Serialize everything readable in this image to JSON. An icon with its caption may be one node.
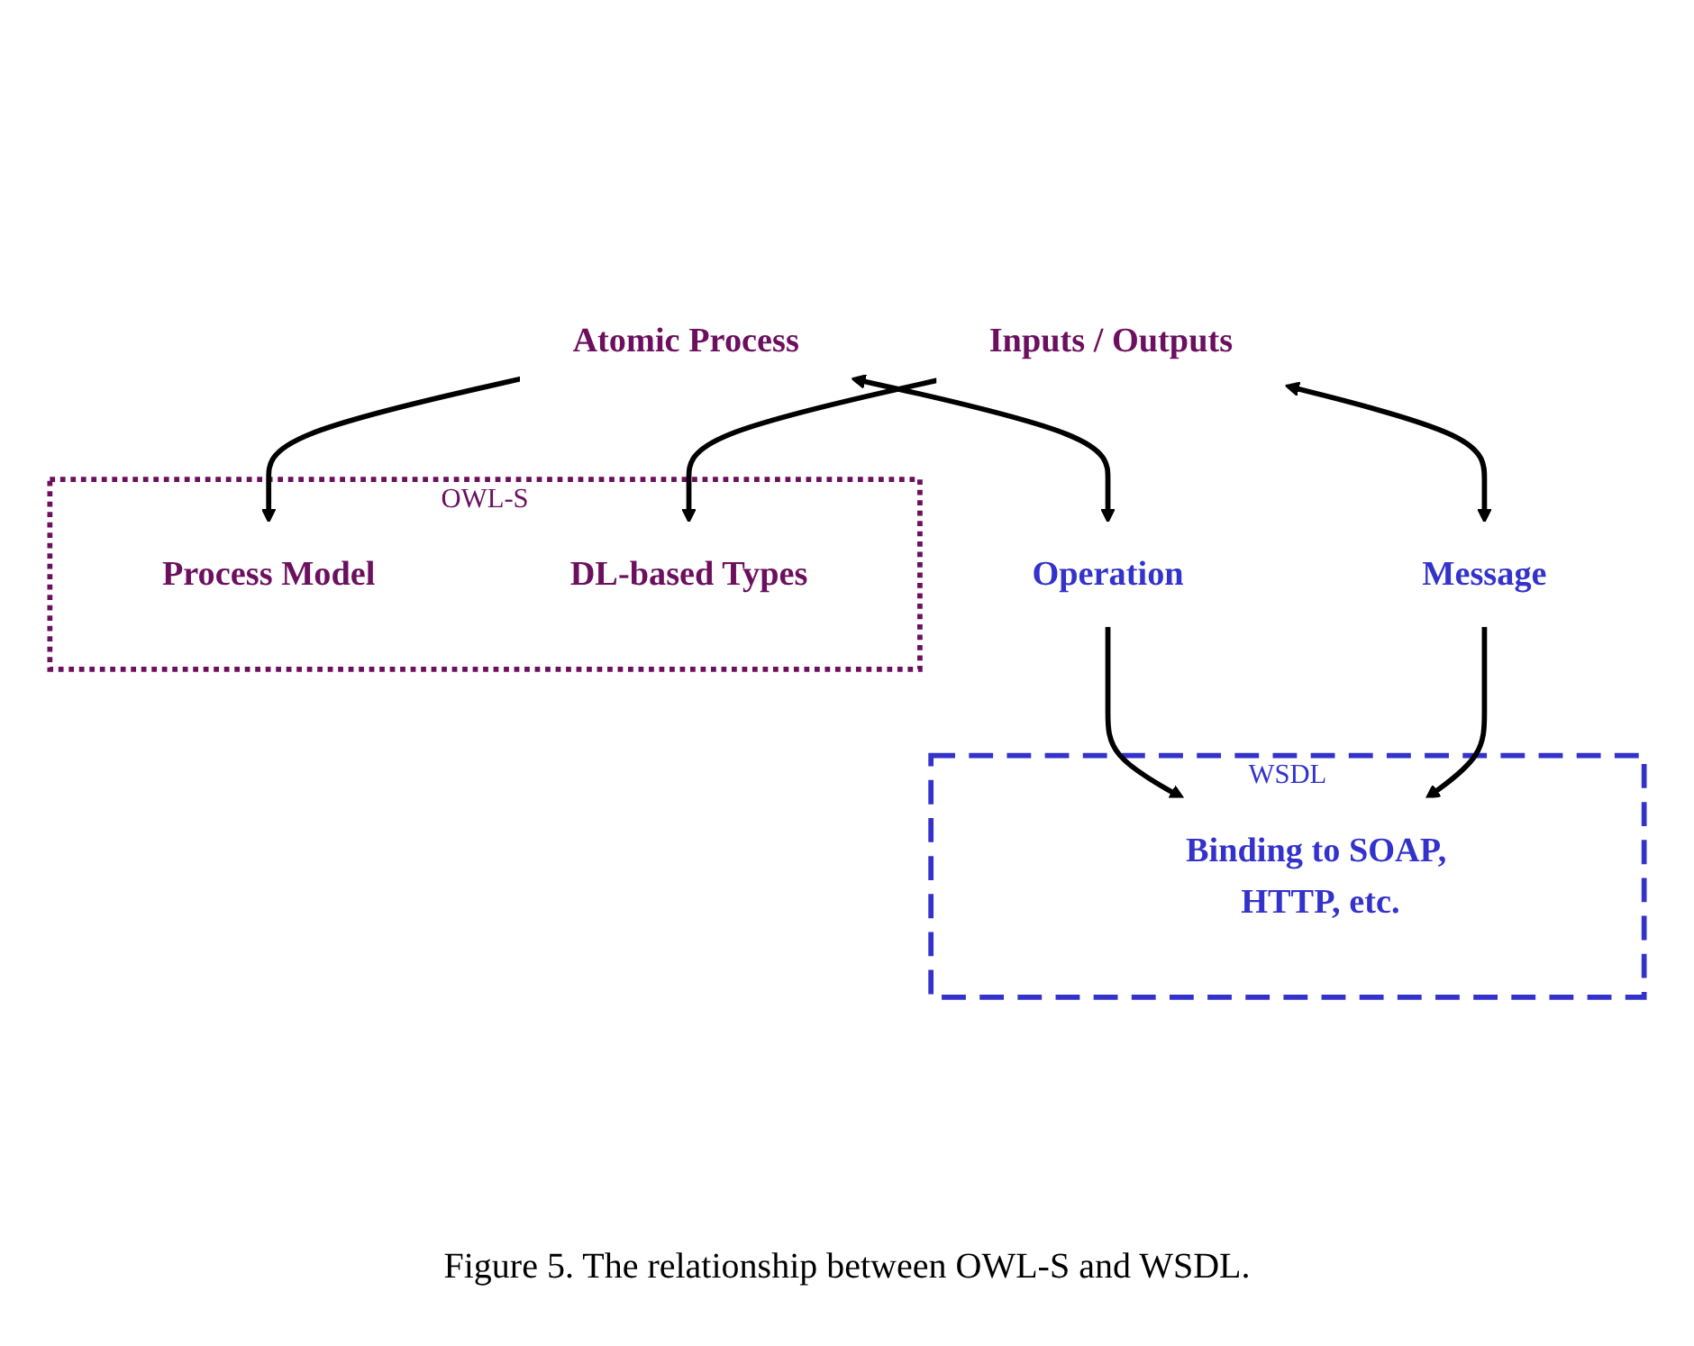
{
  "diagram": {
    "caption": "Figure 5. The relationship between OWL-S and WSDL.",
    "nodes": [
      {
        "text": [
          "OWL-S"
        ]
      },
      {
        "text": [
          "Process Model"
        ],
        "in": 0
      },
      {
        "text": [
          "DL-based Types"
        ],
        "in": 0
      },
      {
        "text": [
          "Atomic Process"
        ]
      },
      {
        "text": [
          "Inputs / Outputs"
        ]
      },
      {
        "text": [
          "Operation"
        ]
      },
      {
        "text": [
          "Message"
        ]
      },
      {
        "text": [
          "WSDL"
        ]
      },
      {
        "text": [
          "Binding to SOAP, HTTP, etc."
        ],
        "in": 7
      }
    ],
    "edges": [
      {
        "from": 3,
        "to": 1,
        "arrow": "to"
      },
      {
        "from": 4,
        "to": 2,
        "arrow": "to"
      },
      {
        "from": 3,
        "to": 5,
        "arrow": "both"
      },
      {
        "from": 4,
        "to": 6,
        "arrow": "both"
      },
      {
        "from": 5,
        "to": 8,
        "arrow": "to"
      },
      {
        "from": 6,
        "to": 8,
        "arrow": "to"
      }
    ]
  }
}
